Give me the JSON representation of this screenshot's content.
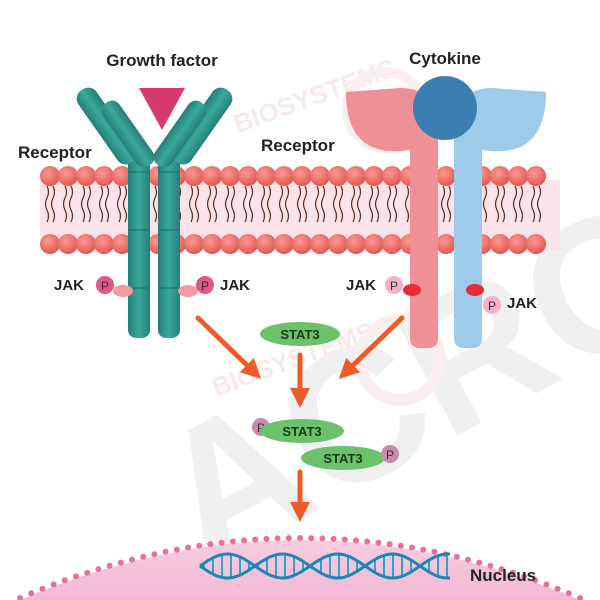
{
  "labels": {
    "growth_factor": "Growth factor",
    "cytokine": "Cytokine",
    "receptor_left": "Receptor",
    "receptor_right": "Receptor",
    "jak_1": "JAK",
    "jak_2": "JAK",
    "jak_3": "JAK",
    "jak_4": "JAK",
    "p_1": "P",
    "p_2": "P",
    "p_3": "P",
    "p_4": "P",
    "p_5": "P",
    "p_6": "P",
    "stat3_top": "STAT3",
    "stat3_middle": "STAT3",
    "stat3_bottom": "STAT3",
    "nucleus": "Nucleus"
  },
  "watermark": {
    "brand": "ACRO",
    "sub": "BIOSYSTEMS"
  },
  "colors": {
    "receptor_teal": "#2f9a90",
    "growth_factor": "#d63a6e",
    "cytokine_ball": "#3a7fb0",
    "cytokine_receptor_pink": "#ef8f96",
    "cytokine_receptor_blue": "#9fcbea",
    "membrane_head": "#e8645d",
    "stat3": "#6cc26a",
    "phospho_pink": "#e4558a",
    "arrow": "#ee5b25",
    "dna": "#2ba3cf",
    "nucleus": "#f3bfd6"
  }
}
